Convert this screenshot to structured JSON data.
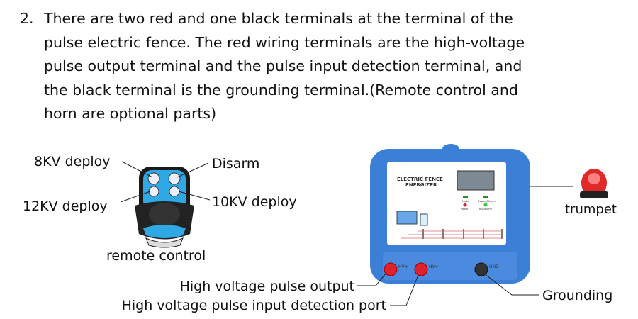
{
  "paragraph": {
    "number": "2.",
    "lines": [
      "There are two red and one black terminals at the terminal of the",
      "pulse electric fence. The red wiring terminals are the high-voltage",
      "pulse output terminal and the pulse input detection terminal, and",
      "the black terminal is the grounding terminal.(Remote control and",
      "horn are optional parts)"
    ]
  },
  "remote": {
    "button_8kv": "8KV deploy",
    "button_disarm": "Disarm",
    "button_12kv": "12KV deploy",
    "button_10kv": "10KV deploy",
    "caption": "remote control"
  },
  "energizer": {
    "title_line1": "ELECTRIC FENCE",
    "title_line2": "ENERGIZER",
    "indicator_mode": "Mode",
    "indicator_deploy": "Deploy/Disarm",
    "indicator_power": "Power",
    "indicator_run": "Run/alarm",
    "terminal_1": "HV+",
    "terminal_2": "HV+",
    "terminal_3": "GND"
  },
  "callouts": {
    "trumpet": "trumpet",
    "hv_output": "High voltage pulse output",
    "hv_input": "High voltage pulse input detection port",
    "grounding": "Grounding"
  },
  "colors": {
    "device_blue": "#3b7fd6",
    "remote_blue": "#2fa8e6",
    "terminal_red": "#e0202a"
  }
}
